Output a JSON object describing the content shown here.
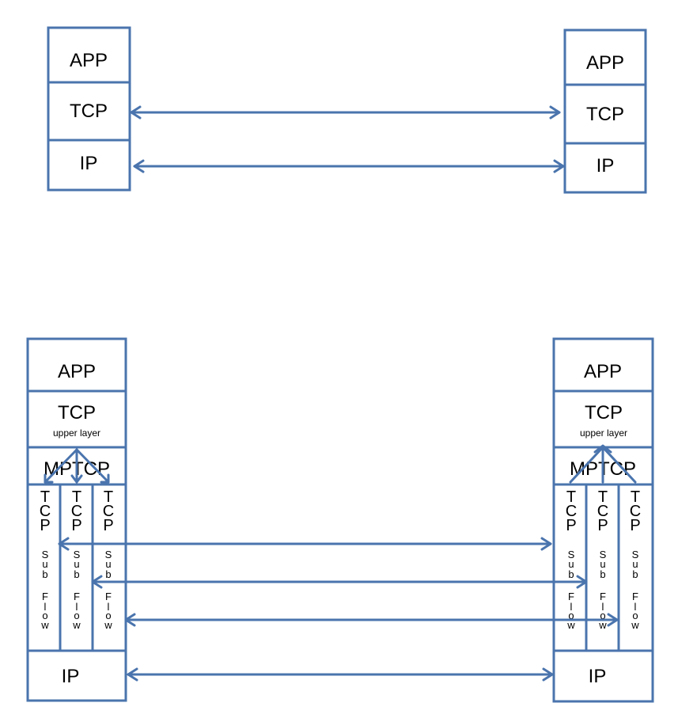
{
  "colors": {
    "stroke": "#4a74ad",
    "text": "#000000",
    "background": "#ffffff"
  },
  "top": {
    "left_stack": {
      "app": "APP",
      "tcp": "TCP",
      "ip": "IP"
    },
    "right_stack": {
      "app": "APP",
      "tcp": "TCP",
      "ip": "IP"
    }
  },
  "bottom": {
    "left_stack": {
      "app": "APP",
      "tcp": "TCP",
      "tcp_sub": "upper layer",
      "mptcp": "MPTCP",
      "subflow_chars": [
        "T",
        "C",
        "P",
        "S",
        "u",
        "b",
        "F",
        "l",
        "o",
        "w"
      ],
      "ip": "IP"
    },
    "right_stack": {
      "app": "APP",
      "tcp": "TCP",
      "tcp_sub": "upper layer",
      "mptcp": "MPTCP",
      "subflow_chars": [
        "T",
        "C",
        "P",
        "S",
        "u",
        "b",
        "F",
        "l",
        "o",
        "w"
      ],
      "ip": "IP"
    }
  }
}
